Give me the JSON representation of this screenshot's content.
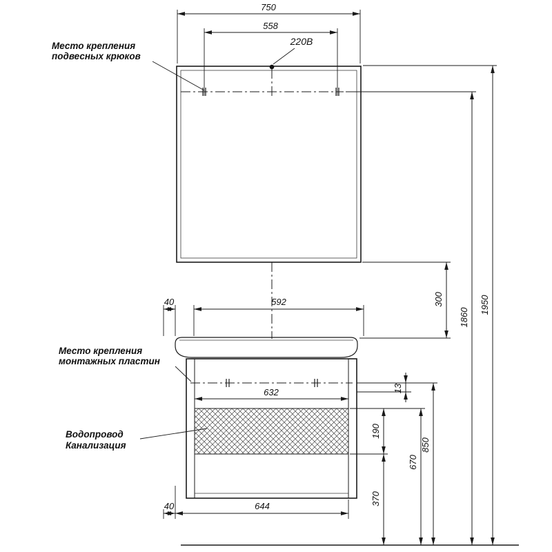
{
  "labels": {
    "hooks_line1": "Место крепления",
    "hooks_line2": "подвесных крюков",
    "outlet": "220В",
    "plates_line1": "Место крепления",
    "plates_line2": "монтажных пластин",
    "plumbing_line1": "Водопровод",
    "plumbing_line2": "Канализация"
  },
  "dimensions": {
    "mirror_width": "750",
    "hooks_span": "558",
    "mirror_to_basin": "300",
    "floor_to_hooks": "1860",
    "floor_to_mirror_top": "1950",
    "top_offset_left": "40",
    "mount_span": "592",
    "cabinet_inner_width": "632",
    "plate_offset": "13",
    "zone_height": "190",
    "floor_to_plates": "850",
    "floor_to_zone": "670",
    "zone_to_floor": "370",
    "cabinet_width": "644",
    "bottom_offset_left": "40"
  }
}
